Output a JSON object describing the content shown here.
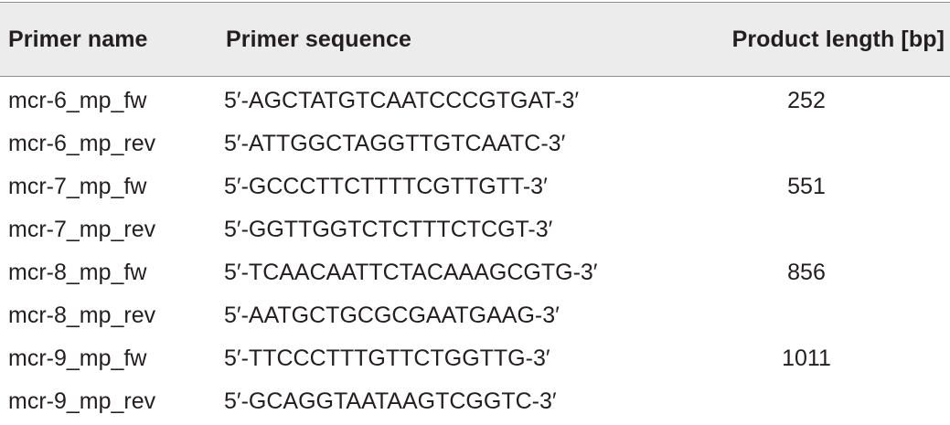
{
  "table": {
    "headers": {
      "name": "Primer name",
      "sequence": "Primer sequence",
      "length": "Product length [bp]"
    },
    "rows": [
      {
        "name": "mcr-6_mp_fw",
        "sequence": "5′-AGCTATGTCAATCCCGTGAT-3′",
        "length": "252"
      },
      {
        "name": "mcr-6_mp_rev",
        "sequence": "5′-ATTGGCTAGGTTGTCAATC-3′",
        "length": ""
      },
      {
        "name": "mcr-7_mp_fw",
        "sequence": "5′-GCCCTTCTTTTCGTTGTT-3′",
        "length": "551"
      },
      {
        "name": "mcr-7_mp_rev",
        "sequence": "5′-GGTTGGTCTCTTTCTCGT-3′",
        "length": ""
      },
      {
        "name": "mcr-8_mp_fw",
        "sequence": "5′-TCAACAATTCTACAAAGCGTG-3′",
        "length": "856"
      },
      {
        "name": "mcr-8_mp_rev",
        "sequence": "5′-AATGCTGCGCGAATGAAG-3′",
        "length": ""
      },
      {
        "name": "mcr-9_mp_fw",
        "sequence": "5′-TTCCCTTTGTTCTGGTTG-3′",
        "length": "1011"
      },
      {
        "name": "mcr-9_mp_rev",
        "sequence": "5′-GCAGGTAATAAGTCGGTC-3′",
        "length": ""
      }
    ]
  }
}
